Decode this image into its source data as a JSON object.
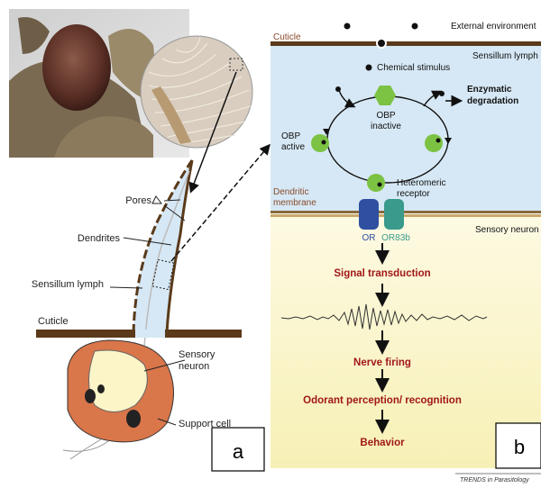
{
  "panel_a": {
    "labels": {
      "pores": "Pores",
      "dendrites": "Dendrites",
      "sensillum_lymph": "Sensillum lymph",
      "cuticle": "Cuticle",
      "sensory_neuron_1": "Sensory",
      "sensory_neuron_2": "neuron",
      "support_cell": "Support cell"
    },
    "panel_letter": "a"
  },
  "panel_b": {
    "labels": {
      "external_environment": "External environment",
      "cuticle": "Cuticle",
      "sensillum_lymph": "Sensillum lymph",
      "chemical_stimulus": "Chemical stimulus",
      "enzymatic_1": "Enzymatic",
      "enzymatic_2": "degradation",
      "obp_inactive_1": "OBP",
      "obp_inactive_2": "inactive",
      "obp_active_1": "OBP",
      "obp_active_2": "active",
      "heteromeric_1": "Heteromeric",
      "heteromeric_2": "receptor",
      "dendritic_1": "Dendritic",
      "dendritic_2": "membrane",
      "sensory_neuron": "Sensory neuron",
      "or": "OR",
      "or83b": "OR83b",
      "signal_transduction": "Signal transduction",
      "nerve_firing": "Nerve firing",
      "odorant_perception": "Odorant perception/ recognition",
      "behavior": "Behavior",
      "credit": "TRENDS in Parasitology"
    },
    "panel_letter": "b"
  },
  "colors": {
    "lymph_blue": "#d6e8f5",
    "neuron_yellow": "#fbf5c8",
    "cuticle_brown": "#5a3a1a",
    "obp_green": "#7cc243",
    "receptor_blue": "#2f4fa0",
    "receptor_teal": "#3a9a8c",
    "flow_red": "#a01818",
    "support_orange": "#d9764a"
  }
}
